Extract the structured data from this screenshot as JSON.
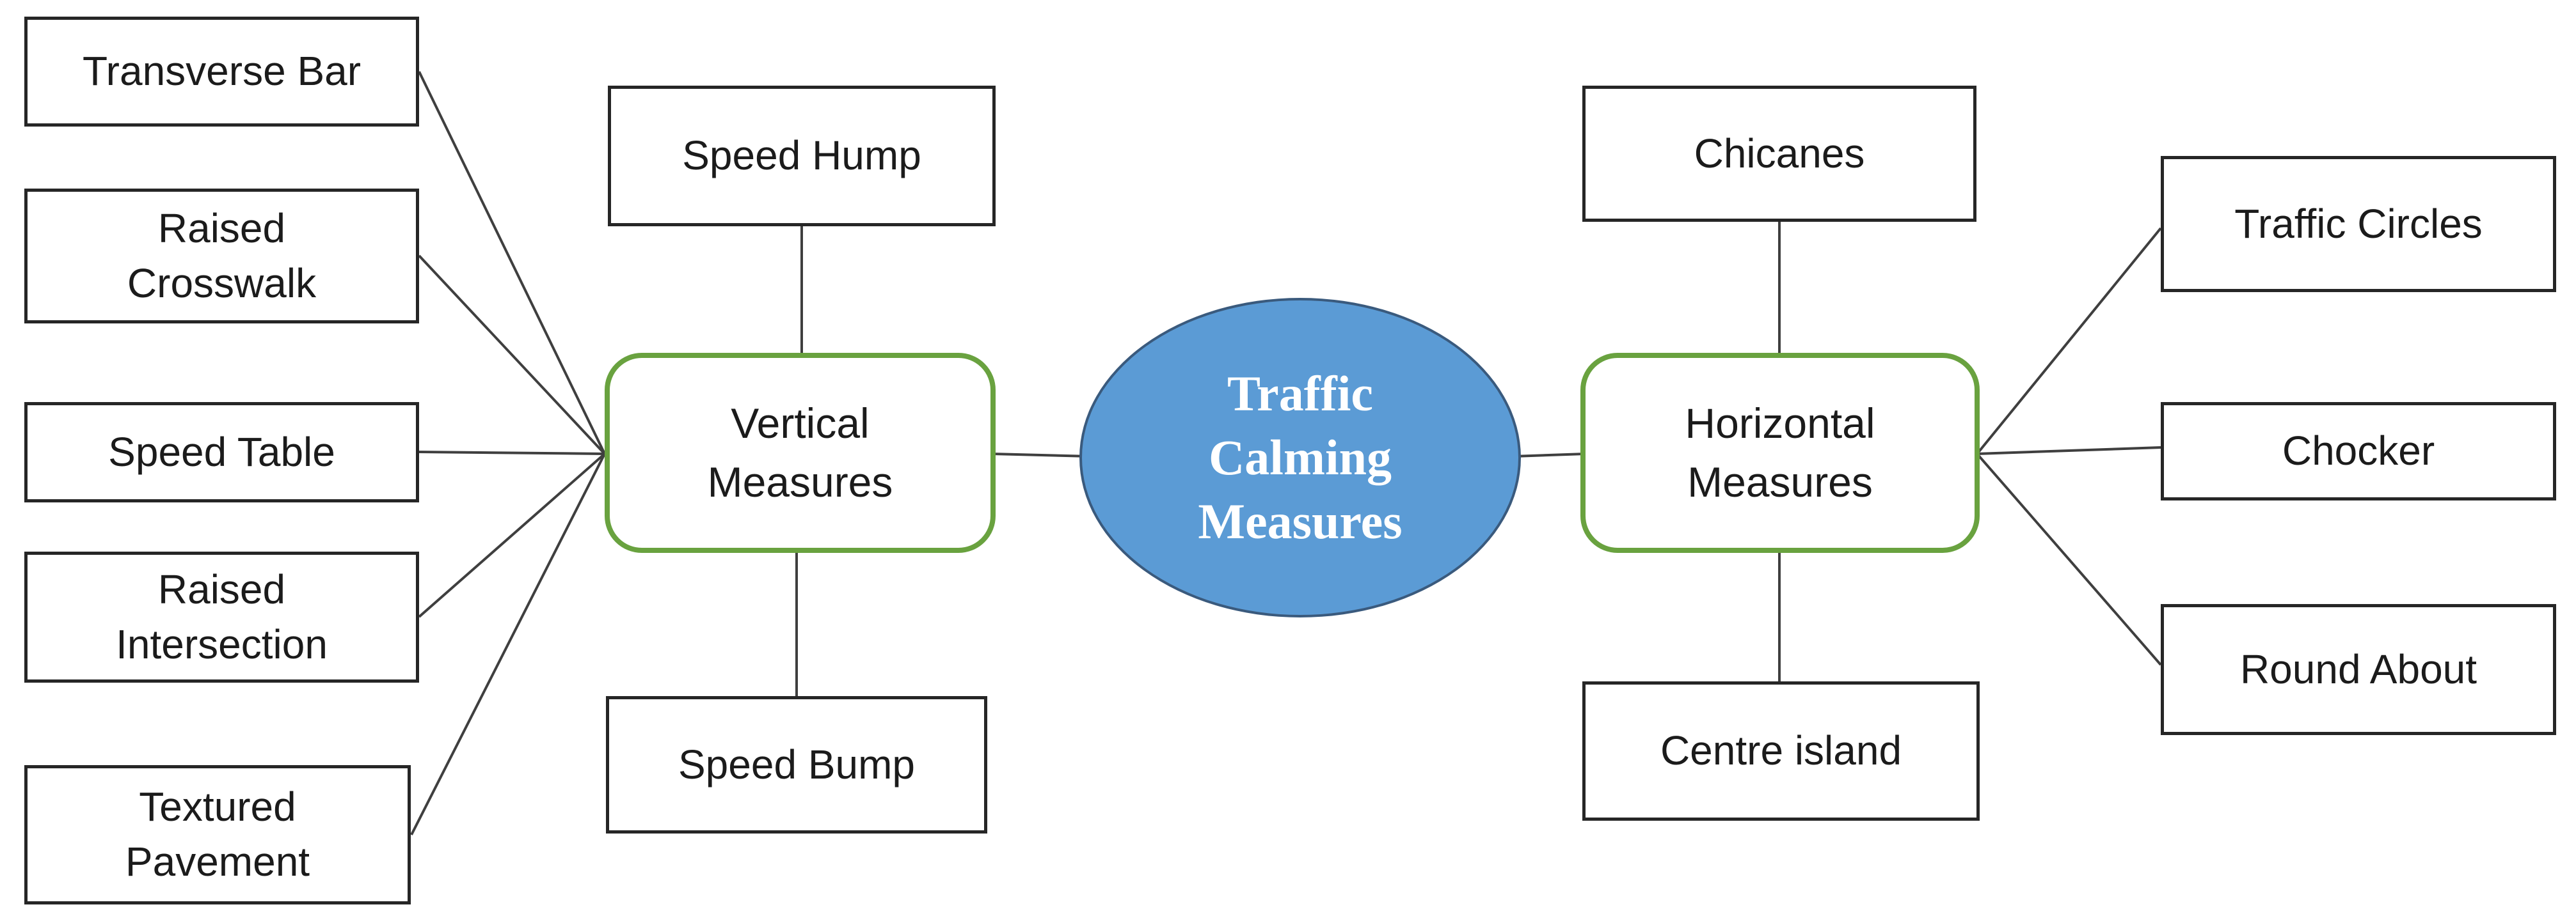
{
  "title": "Traffic Calming Measures Diagram",
  "root": {
    "label": "Traffic\nCalming\nMeasures"
  },
  "branches": {
    "vertical": {
      "label": "Vertical\nMeasures"
    },
    "horizontal": {
      "label": "Horizontal\nMeasures"
    }
  },
  "vertical_children": {
    "transverse_bar": "Transverse Bar",
    "raised_crosswalk": "Raised\nCrosswalk",
    "speed_table": "Speed Table",
    "raised_intersection": "Raised\nIntersection",
    "textured_pavement": "Textured\nPavement",
    "speed_hump": "Speed Hump",
    "speed_bump": "Speed Bump"
  },
  "horizontal_children": {
    "chicanes": "Chicanes",
    "centre_island": "Centre island",
    "traffic_circles": "Traffic Circles",
    "chocker": "Chocker",
    "round_about": "Round About"
  },
  "colors": {
    "root_fill": "#5B9BD5",
    "root_text": "#FFFFFF",
    "branch_border": "#69A23F",
    "node_border": "#262626",
    "node_text": "#1B1B1B",
    "connector": "#3F3F3F",
    "background": "#FFFFFF"
  }
}
